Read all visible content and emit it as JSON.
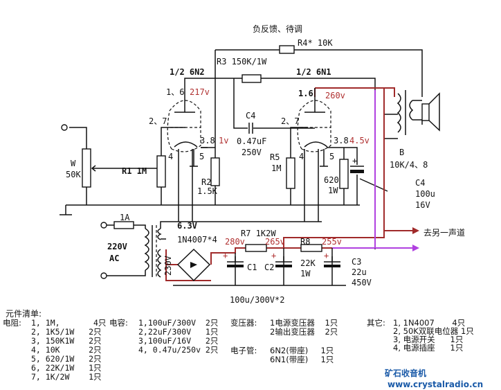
{
  "title": "负反馈、待调",
  "labels": {
    "r4": "R4* 10K",
    "r3": "R3 150K/1W",
    "tube1": "1/2 6N2",
    "tube2": "1/2 6N1",
    "t1_pin16": "1、6",
    "t1_v": "217v",
    "t1_pin27": "2、7",
    "t1_pin38": "3.8",
    "t1_kv": "1v",
    "t1_pin4": "4",
    "t1_pin5": "5",
    "t2_pin16": "1.6",
    "t2_v": "260v",
    "t2_pin27": "2、7",
    "t2_pin38": "3.8",
    "t2_kv": "4.5v",
    "t2_pin4": "4",
    "t2_pin5": "5",
    "c4": "C4",
    "c4_val": "0.47uF",
    "c4_volt": "250V",
    "w": "W",
    "w_val": "50K",
    "r1": "R1  1M",
    "r2": "R2",
    "r2_val": "1.5K",
    "r5": "R5",
    "r5_val": "1M",
    "r620": "620",
    "r620_w": "1W",
    "b": "B",
    "b_val": "10K/4、8",
    "c4b": "C4",
    "c4b_val": "100u",
    "c4b_volt": "16V",
    "fuse": "1A",
    "ac1": "220V",
    "ac2": "AC",
    "sec": "230V",
    "heater": "6.3V",
    "diodes": "1N4007*4",
    "r7": "R7 1K2W",
    "v280": "280v",
    "v265": "265v",
    "r8": "R8",
    "v255": "255v",
    "c1": "C1",
    "c2": "C2",
    "r8_val": "22K",
    "r8_w": "1W",
    "c3": "C3",
    "c3_val": "22u",
    "c3_volt": "450V",
    "caps_note": "100u/300V*2",
    "other_channel": "去另一声道"
  },
  "bom": {
    "heading": "元件清单:",
    "resistors": {
      "label": "电阻:",
      "items": [
        "1, 1M,       4只",
        "2, 1K5/1W   2只",
        "3, 150K1W   2只",
        "4, 10K      2只",
        "5, 620/1W   2只",
        "6, 22K/1W   1只",
        "7, 1K/2W    1只"
      ]
    },
    "capacitors": {
      "label": "电容:",
      "items": [
        "1,100uF/300V  2只",
        "2,22uF/300V   1只",
        "3,100uF/16V   2只",
        "4, 0.47u/250v 2只"
      ]
    },
    "transformers": {
      "label": "变压器:",
      "items": [
        "1电源变压器    1只",
        "2输出变压器    2只"
      ]
    },
    "tubes": {
      "label": "电子管:",
      "items": [
        "6N2(带座)     1只",
        "6N1(带座)     1只"
      ]
    },
    "others": {
      "label": "其它:",
      "items": [
        "1, 1N4007       4只",
        "2, 50K双联电位器 1只",
        "3, 电源开关      1只",
        "4, 电源插座      1只"
      ]
    }
  },
  "logo": {
    "name": "矿石收音机",
    "url": "www.crystalradio.cn"
  },
  "colors": {
    "bplus": "#a02a2a",
    "feed": "#b040e0",
    "logo": "#1a5aa8"
  }
}
